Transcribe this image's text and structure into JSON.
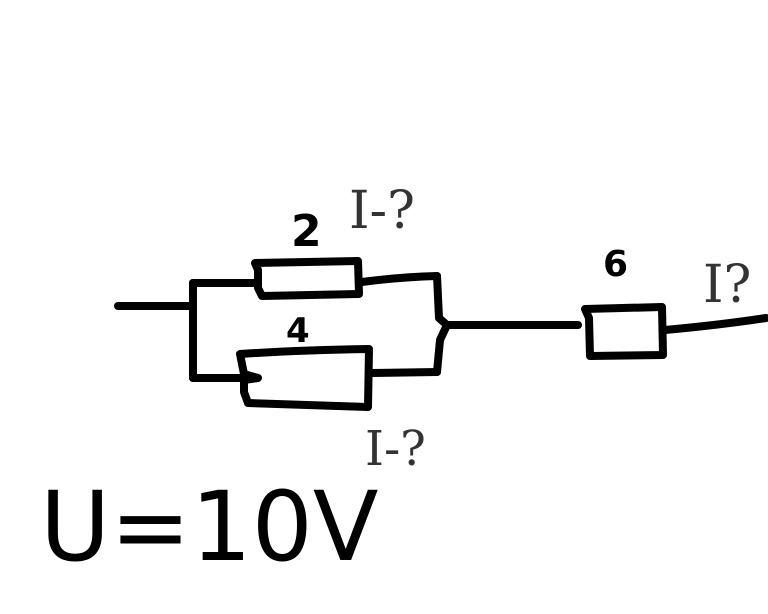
{
  "diagram": {
    "resistors": [
      {
        "id": "r-top",
        "label": "2"
      },
      {
        "id": "r-bottom",
        "label": "4"
      },
      {
        "id": "r-series",
        "label": "6"
      }
    ],
    "current_questions": {
      "top": "I-?",
      "bottom": "I-?",
      "series": "I?"
    },
    "voltage": "U=10V"
  },
  "colors": {
    "stroke": "#000000",
    "background": "#ffffff",
    "annotation": "#333333"
  }
}
